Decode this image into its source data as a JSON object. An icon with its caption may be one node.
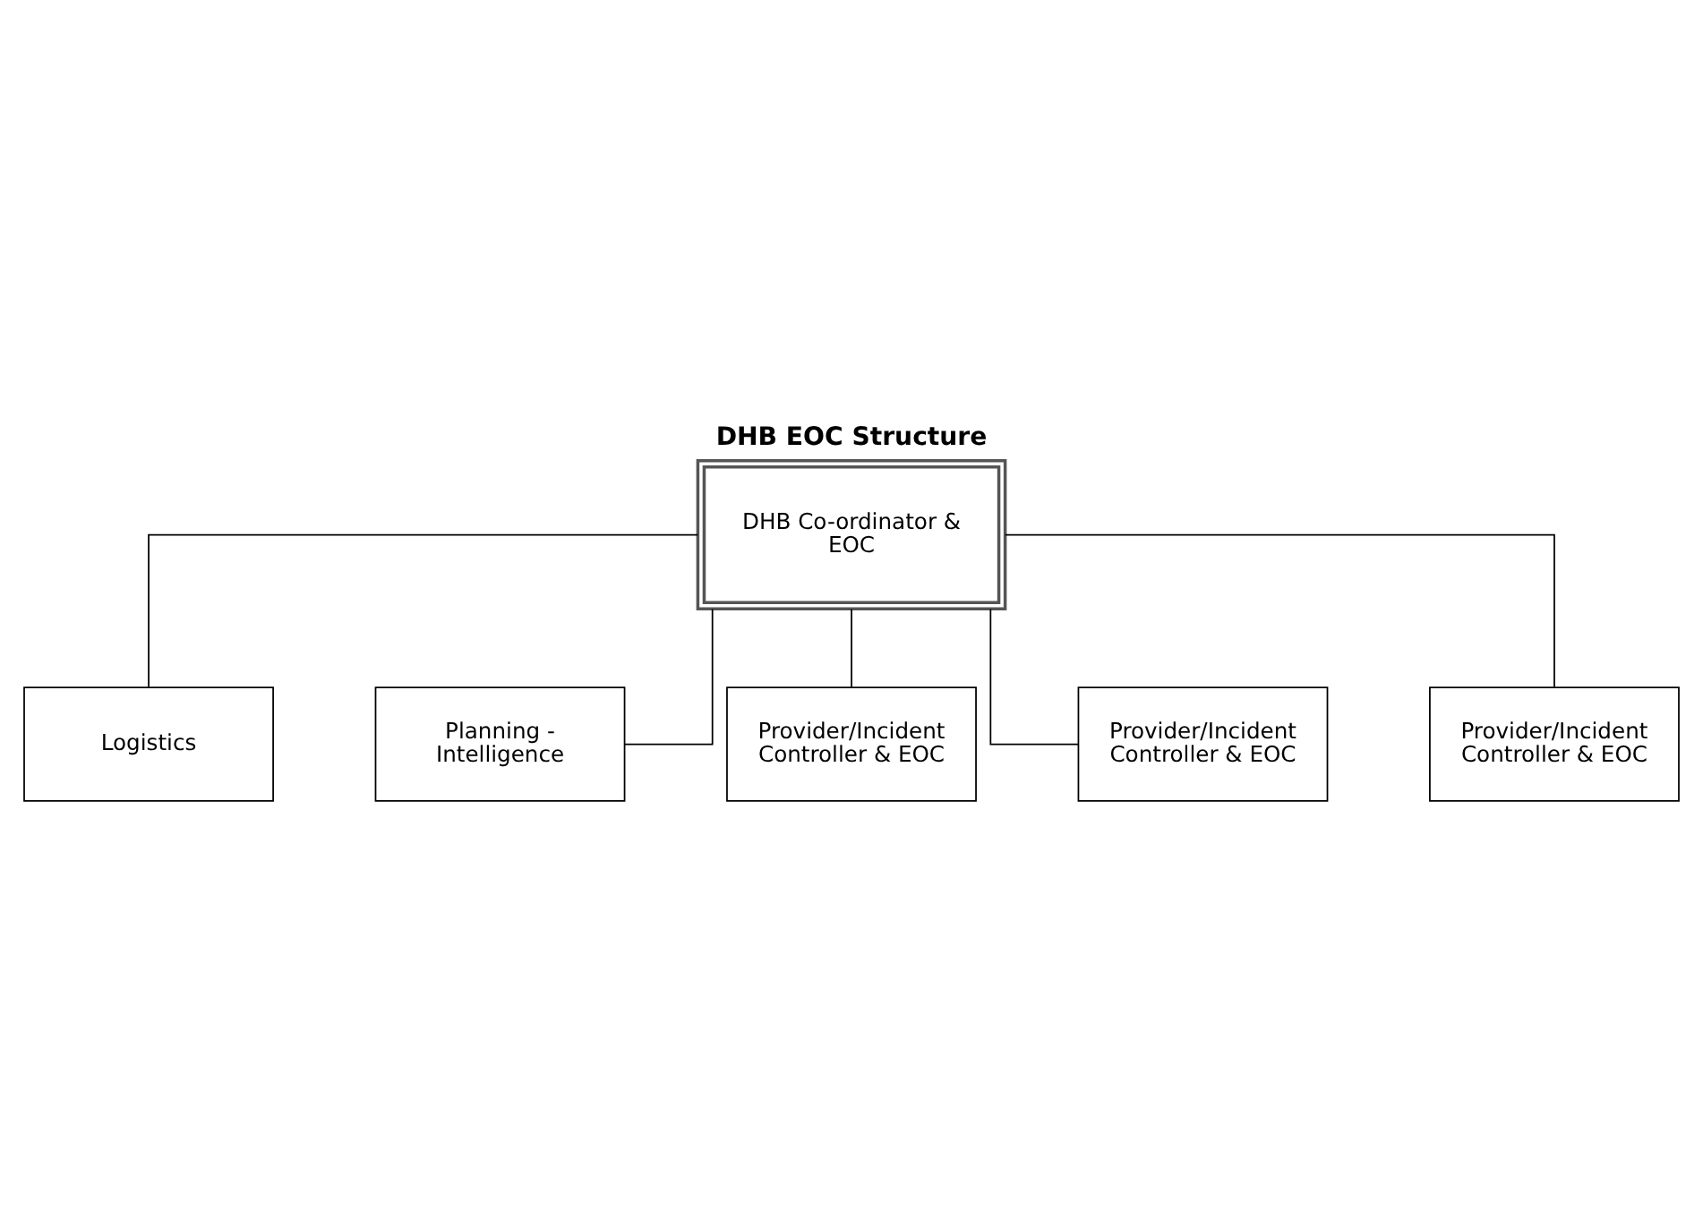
{
  "diagram": {
    "title": "DHB EOC Structure",
    "nodes": [
      {
        "text": [
          "DHB Co-ordinator & EOC"
        ]
      },
      {
        "text": [
          "Logistics"
        ]
      },
      {
        "text": [
          "Planning - Intelligence"
        ]
      },
      {
        "text": [
          "Provider/Incident Controller & EOC"
        ]
      },
      {
        "text": [
          "Provider/Incident Controller & EOC"
        ]
      },
      {
        "text": [
          "Provider/Incident Controller & EOC"
        ]
      }
    ],
    "edges": [
      {
        "from": 0,
        "to": 1,
        "arrow": "none"
      },
      {
        "from": 0,
        "to": 2,
        "arrow": "none"
      },
      {
        "from": 0,
        "to": 3,
        "arrow": "none"
      },
      {
        "from": 0,
        "to": 4,
        "arrow": "none"
      },
      {
        "from": 0,
        "to": 5,
        "arrow": "none"
      }
    ]
  }
}
